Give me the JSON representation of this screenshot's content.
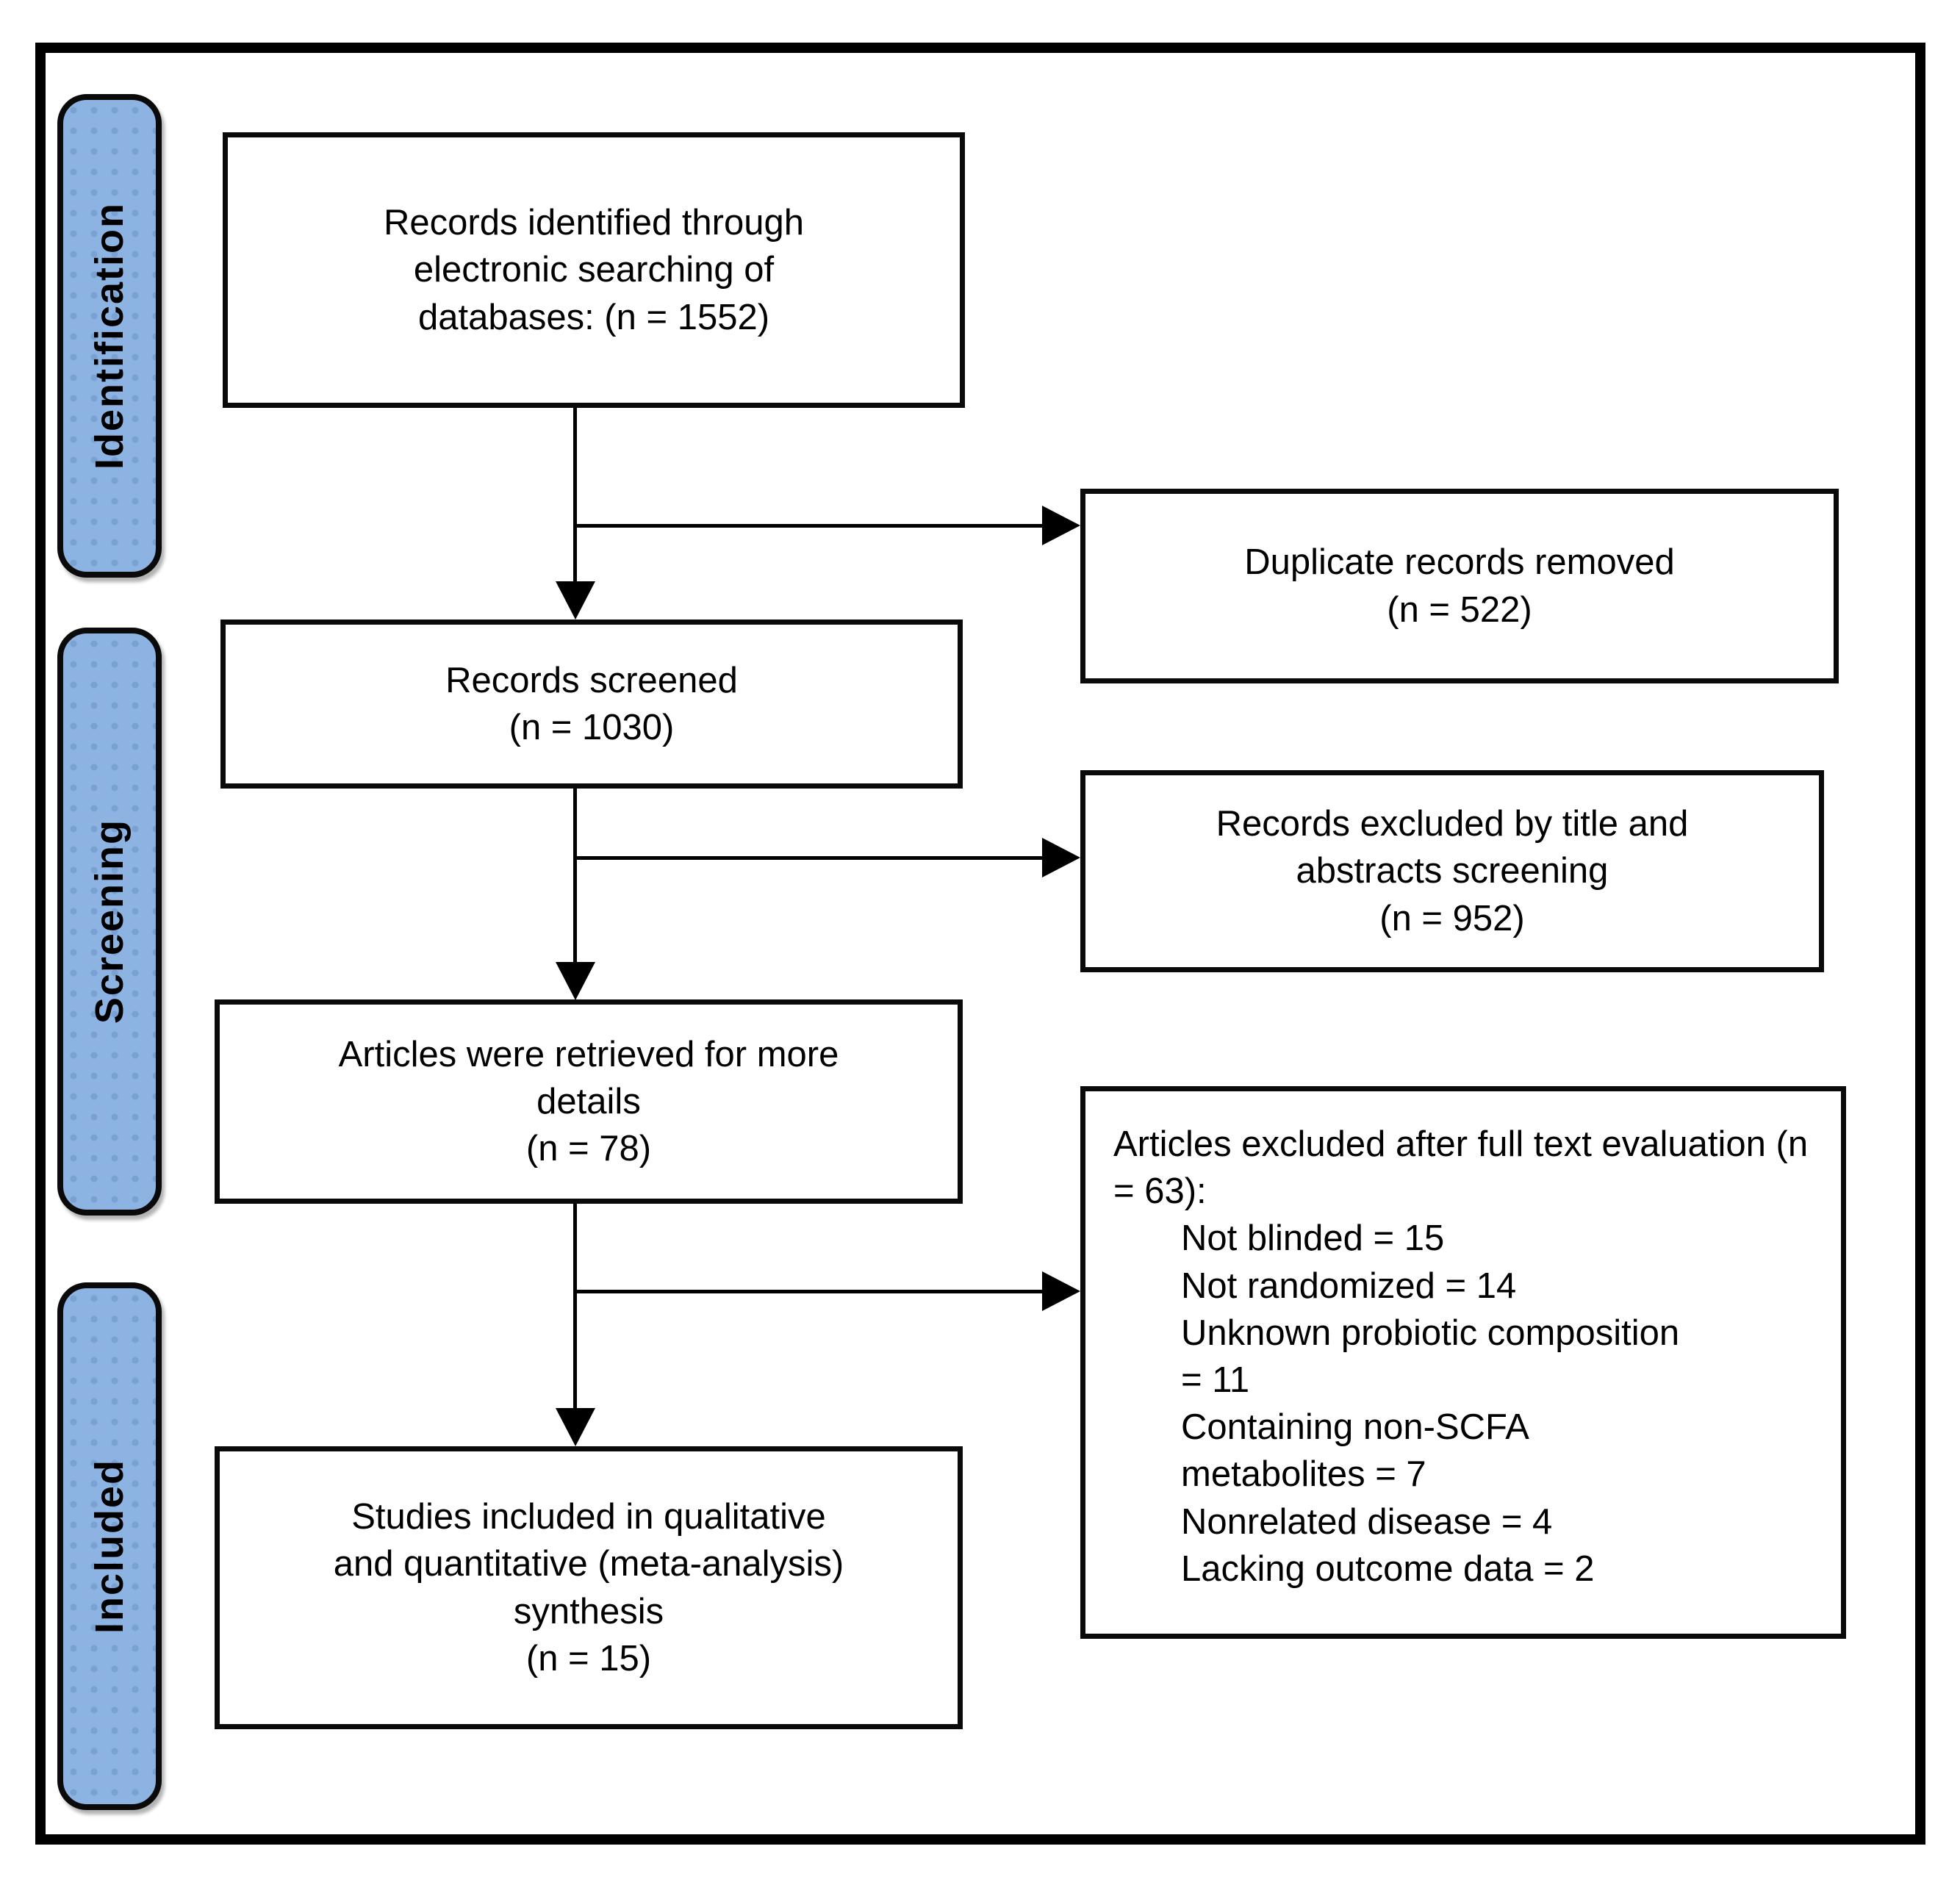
{
  "figure_type": "PRISMA study selection flow diagram",
  "colors": {
    "stage_fill": "#8db3e2",
    "border": "#000000",
    "box_fill": "#ffffff",
    "text": "#000000"
  },
  "stages": {
    "items": [
      {
        "id": "identification",
        "label": "Identification"
      },
      {
        "id": "screening",
        "label": "Screening"
      },
      {
        "id": "included",
        "label": "Included"
      }
    ]
  },
  "boxes": {
    "identified": {
      "lines": [
        "Records identified through",
        "electronic searching of",
        "databases: (n = 1552)"
      ],
      "n": 1552
    },
    "duplicates_removed": {
      "lines": [
        "Duplicate records removed",
        "(n = 522)"
      ],
      "n": 522
    },
    "screened": {
      "lines": [
        "Records screened",
        "(n = 1030)"
      ],
      "n": 1030
    },
    "excluded_screening": {
      "lines": [
        "Records excluded by title and",
        "abstracts screening",
        "(n = 952)"
      ],
      "n": 952
    },
    "retrieved": {
      "lines": [
        "Articles were retrieved for more",
        "details",
        "(n = 78)"
      ],
      "n": 78
    },
    "excluded_full_text": {
      "heading": "Articles excluded after full text evaluation (n = 63):",
      "n": 63,
      "reasons": [
        "Not blinded = 15",
        "Not randomized = 14",
        "Unknown probiotic composition = 11",
        "Containing non-SCFA metabolites = 7",
        "Nonrelated disease = 4",
        "Lacking outcome data = 2"
      ]
    },
    "included_synthesis": {
      "lines": [
        "Studies included in qualitative",
        "and quantitative (meta-analysis)",
        "synthesis",
        "(n = 15)"
      ],
      "n": 15
    }
  },
  "edges": [
    {
      "from": "identified",
      "to": "duplicates_removed"
    },
    {
      "from": "identified",
      "to": "screened"
    },
    {
      "from": "screened",
      "to": "excluded_screening"
    },
    {
      "from": "screened",
      "to": "retrieved"
    },
    {
      "from": "retrieved",
      "to": "excluded_full_text"
    },
    {
      "from": "retrieved",
      "to": "included_synthesis"
    }
  ]
}
